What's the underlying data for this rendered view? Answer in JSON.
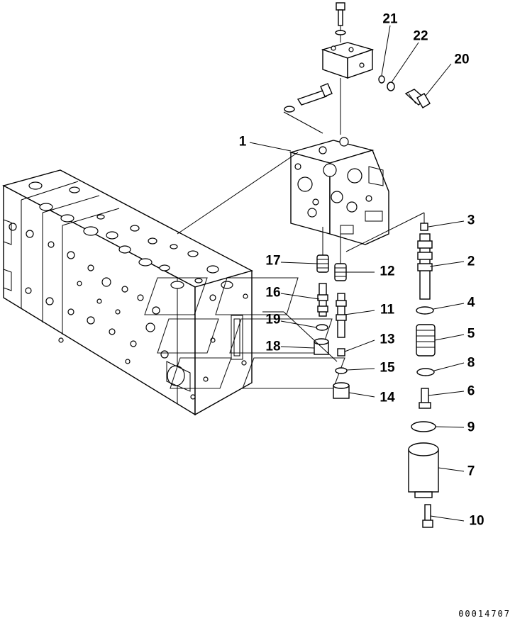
{
  "callouts": [
    {
      "id": "1",
      "label": "1"
    },
    {
      "id": "2",
      "label": "2"
    },
    {
      "id": "3",
      "label": "3"
    },
    {
      "id": "4",
      "label": "4"
    },
    {
      "id": "5",
      "label": "5"
    },
    {
      "id": "6",
      "label": "6"
    },
    {
      "id": "7",
      "label": "7"
    },
    {
      "id": "8",
      "label": "8"
    },
    {
      "id": "9",
      "label": "9"
    },
    {
      "id": "10",
      "label": "10"
    },
    {
      "id": "11",
      "label": "11"
    },
    {
      "id": "12",
      "label": "12"
    },
    {
      "id": "13",
      "label": "13"
    },
    {
      "id": "14",
      "label": "14"
    },
    {
      "id": "15",
      "label": "15"
    },
    {
      "id": "16",
      "label": "16"
    },
    {
      "id": "17",
      "label": "17"
    },
    {
      "id": "18",
      "label": "18"
    },
    {
      "id": "19",
      "label": "19"
    },
    {
      "id": "20",
      "label": "20"
    },
    {
      "id": "21",
      "label": "21"
    },
    {
      "id": "22",
      "label": "22"
    }
  ],
  "drawing_code": "00014707"
}
